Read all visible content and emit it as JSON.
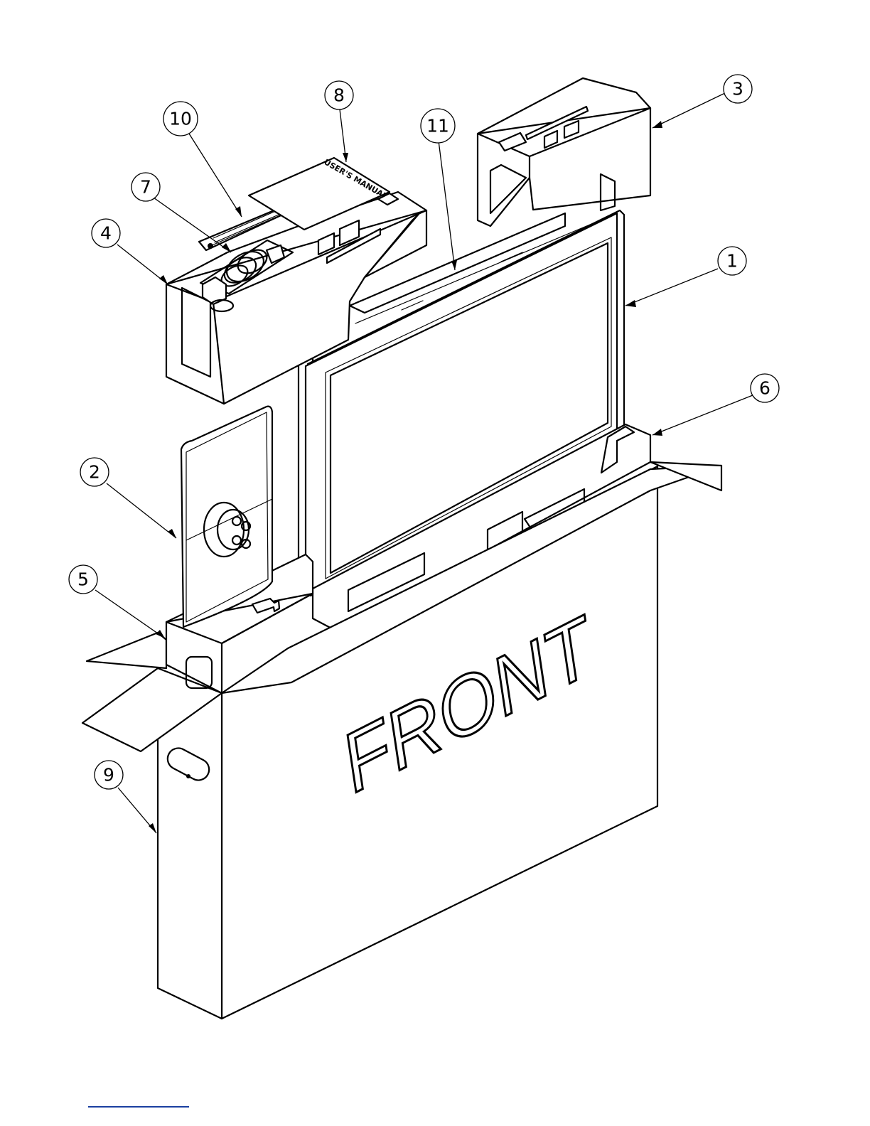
{
  "callouts": [
    {
      "id": "callout-1",
      "number": "1"
    },
    {
      "id": "callout-2",
      "number": "2"
    },
    {
      "id": "callout-3",
      "number": "3"
    },
    {
      "id": "callout-4",
      "number": "4"
    },
    {
      "id": "callout-5",
      "number": "5"
    },
    {
      "id": "callout-6",
      "number": "6"
    },
    {
      "id": "callout-7",
      "number": "7"
    },
    {
      "id": "callout-8",
      "number": "8"
    },
    {
      "id": "callout-9",
      "number": "9"
    },
    {
      "id": "callout-10",
      "number": "10"
    },
    {
      "id": "callout-11",
      "number": "11"
    }
  ],
  "box_label": "FRONT",
  "manual_label": "USER'S MANUAL",
  "colors": {
    "line": "#000000",
    "background": "#ffffff",
    "rule": "#1a3fa0"
  }
}
